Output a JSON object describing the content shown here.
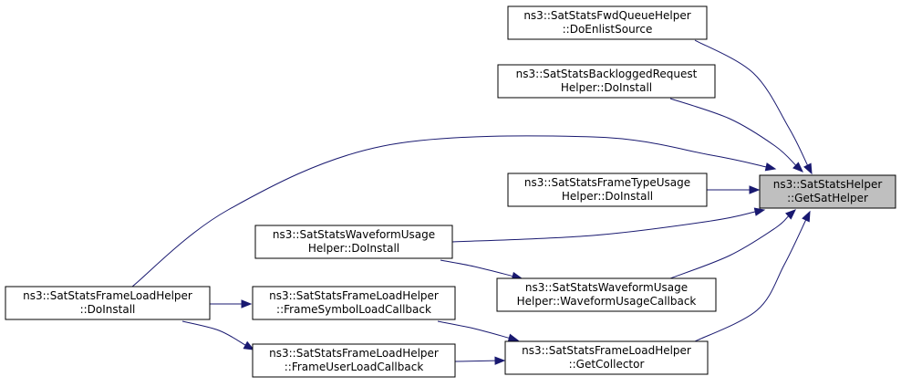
{
  "graph": {
    "nodes": [
      {
        "id": "get_sat_helper",
        "lines": [
          "ns3::SatStatsHelper",
          "::GetSatHelper"
        ],
        "highlight": true
      },
      {
        "id": "fwd_queue_do_enlist_source",
        "lines": [
          "ns3::SatStatsFwdQueueHelper",
          "::DoEnlistSource"
        ]
      },
      {
        "id": "backlogged_request_do_install",
        "lines": [
          "ns3::SatStatsBackloggedRequest",
          "Helper::DoInstall"
        ]
      },
      {
        "id": "frame_type_usage_do_install",
        "lines": [
          "ns3::SatStatsFrameTypeUsage",
          "Helper::DoInstall"
        ]
      },
      {
        "id": "waveform_usage_do_install",
        "lines": [
          "ns3::SatStatsWaveformUsage",
          "Helper::DoInstall"
        ]
      },
      {
        "id": "waveform_usage_callback",
        "lines": [
          "ns3::SatStatsWaveformUsage",
          "Helper::WaveformUsageCallback"
        ]
      },
      {
        "id": "frame_load_do_install",
        "lines": [
          "ns3::SatStatsFrameLoadHelper",
          "::DoInstall"
        ]
      },
      {
        "id": "frame_symbol_load_callback",
        "lines": [
          "ns3::SatStatsFrameLoadHelper",
          "::FrameSymbolLoadCallback"
        ]
      },
      {
        "id": "frame_user_load_callback",
        "lines": [
          "ns3::SatStatsFrameLoadHelper",
          "::FrameUserLoadCallback"
        ]
      },
      {
        "id": "get_collector",
        "lines": [
          "ns3::SatStatsFrameLoadHelper",
          "::GetCollector"
        ]
      }
    ],
    "edges": [
      {
        "from": "fwd_queue_do_enlist_source",
        "to": "get_sat_helper"
      },
      {
        "from": "backlogged_request_do_install",
        "to": "get_sat_helper"
      },
      {
        "from": "frame_type_usage_do_install",
        "to": "get_sat_helper"
      },
      {
        "from": "frame_load_do_install",
        "to": "get_sat_helper"
      },
      {
        "from": "waveform_usage_do_install",
        "to": "get_sat_helper"
      },
      {
        "from": "waveform_usage_callback",
        "to": "get_sat_helper"
      },
      {
        "from": "get_collector",
        "to": "get_sat_helper"
      },
      {
        "from": "waveform_usage_do_install",
        "to": "waveform_usage_callback"
      },
      {
        "from": "frame_load_do_install",
        "to": "frame_symbol_load_callback"
      },
      {
        "from": "frame_load_do_install",
        "to": "frame_user_load_callback"
      },
      {
        "from": "frame_symbol_load_callback",
        "to": "get_collector"
      },
      {
        "from": "frame_user_load_callback",
        "to": "get_collector"
      }
    ],
    "colors": {
      "edge": "#191970",
      "highlight_fill": "#bfbfbf"
    }
  }
}
